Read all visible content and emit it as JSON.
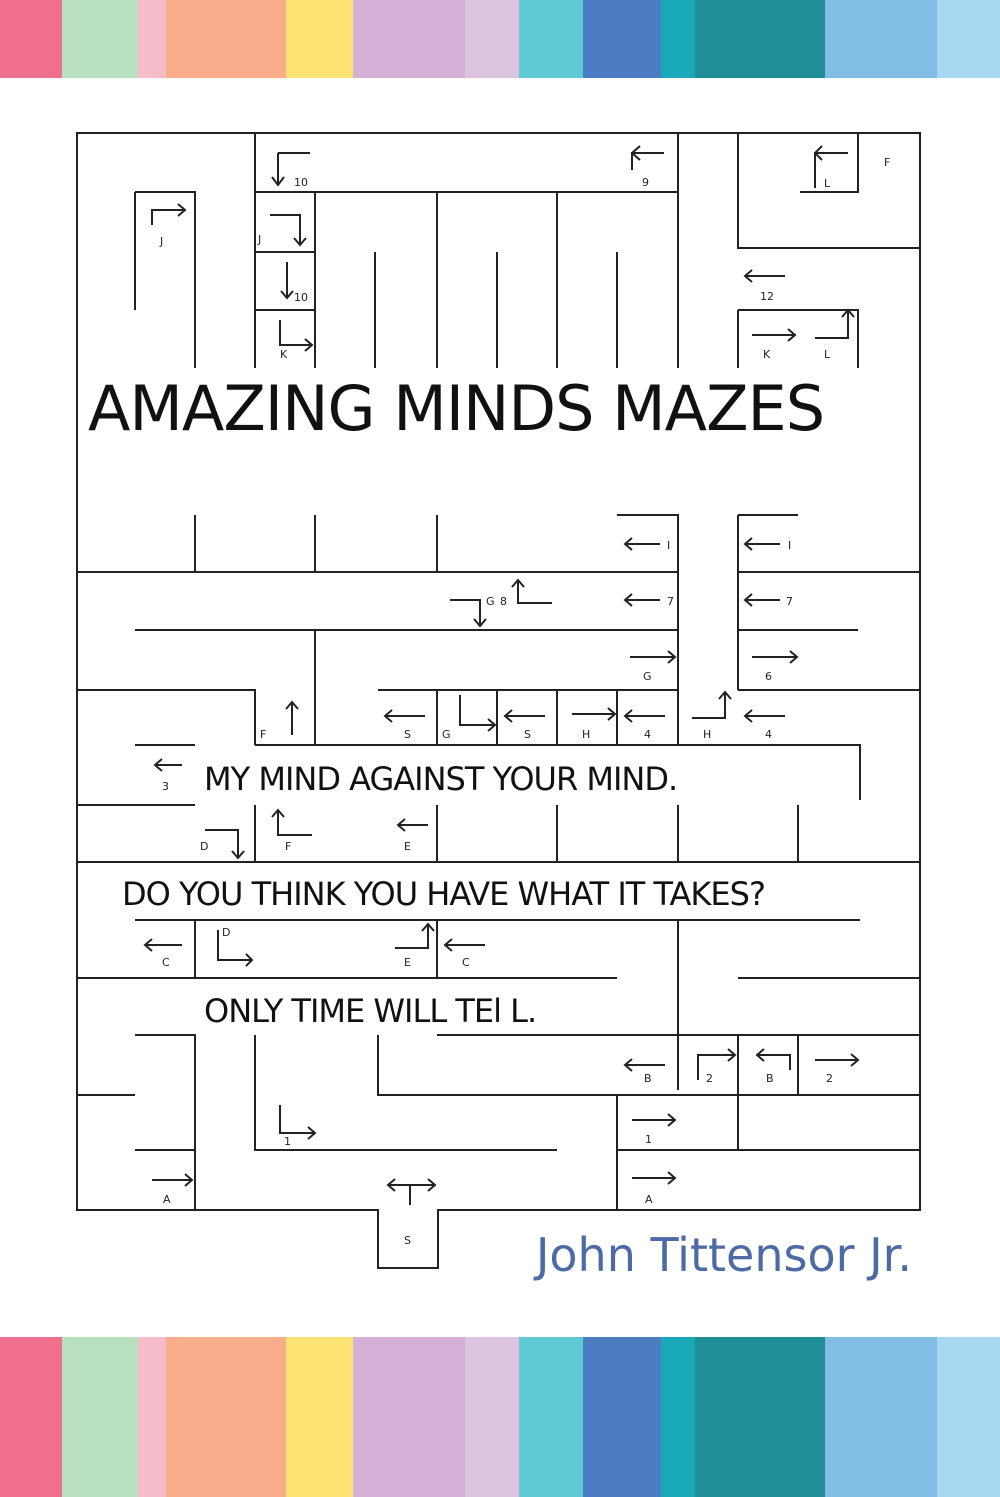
{
  "cover": {
    "title": "AMAZING MINDS MAZES",
    "taglines": [
      "MY MIND AGAINST YOUR MIND.",
      "DO YOU THINK YOU HAVE WHAT IT TAKES?",
      "ONLY TIME WILL TEl L."
    ],
    "author": "John Tittensor Jr."
  },
  "stripe_colors": [
    "#f06e8e",
    "#b8dfbf",
    "#f7bcc9",
    "#f9ad8a",
    "#fde373",
    "#d4b0d6",
    "#dcc4e0",
    "#5fc9d4",
    "#4c7dc2",
    "#19a9b9",
    "#1f8e96",
    "#82bde6",
    "#a9d8f2"
  ],
  "maze_labels": [
    "10",
    "9",
    "F",
    "J",
    "J",
    "10",
    "12",
    "K",
    "K",
    "L",
    "L",
    "I",
    "I",
    "G",
    "8",
    "7",
    "7",
    "G",
    "6",
    "F",
    "S",
    "G",
    "S",
    "H",
    "4",
    "H",
    "4",
    "3",
    "D",
    "F",
    "E",
    "C",
    "D",
    "E",
    "C",
    "B",
    "2",
    "B",
    "2",
    "1",
    "1",
    "A",
    "A",
    "S"
  ]
}
